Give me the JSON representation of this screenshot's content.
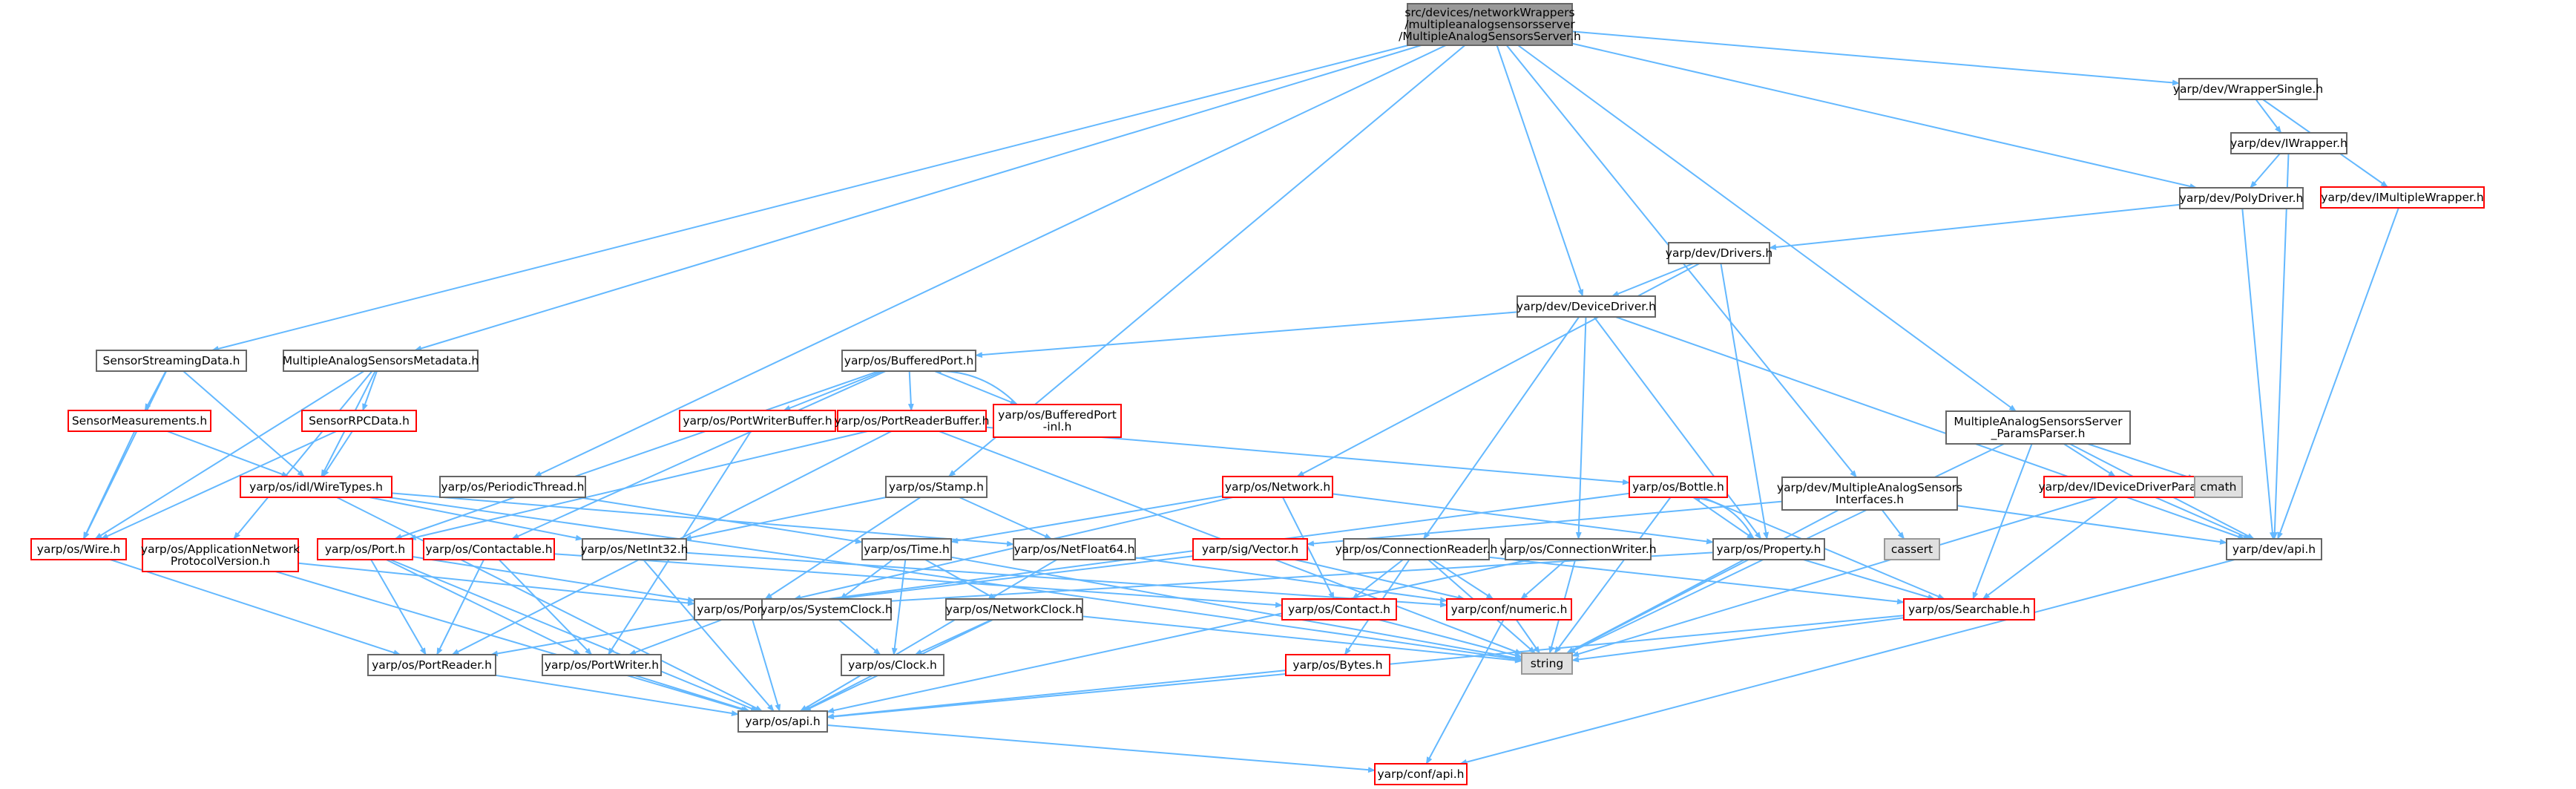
{
  "theme": {
    "edge_color": "#63b8ff",
    "node_fill": "#ffffff",
    "node_border": "#666666",
    "undoc_border": "#ff0000",
    "root_fill": "#999999",
    "root_border": "#666666",
    "system_fill": "#e0e0e0",
    "system_border": "#999999"
  },
  "nodes": [
    {
      "id": "root",
      "style": "root",
      "lines": [
        "src/devices/networkWrappers",
        "/multipleanalogsensorsserver",
        "/MultipleAnalogSensorsServer.h"
      ]
    },
    {
      "id": "wrapper_single",
      "style": "normal",
      "lines": [
        "yarp/dev/WrapperSingle.h"
      ]
    },
    {
      "id": "iwrapper",
      "style": "normal",
      "lines": [
        "yarp/dev/IWrapper.h"
      ]
    },
    {
      "id": "imultiple",
      "style": "undoc",
      "lines": [
        "yarp/dev/IMultipleWrapper.h"
      ]
    },
    {
      "id": "polydriver",
      "style": "normal",
      "lines": [
        "yarp/dev/PolyDriver.h"
      ]
    },
    {
      "id": "drivers",
      "style": "normal",
      "lines": [
        "yarp/dev/Drivers.h"
      ]
    },
    {
      "id": "devicedriver",
      "style": "normal",
      "lines": [
        "yarp/dev/DeviceDriver.h"
      ]
    },
    {
      "id": "sensorstreaming",
      "style": "normal",
      "lines": [
        "SensorStreamingData.h"
      ]
    },
    {
      "id": "masmetadata",
      "style": "normal",
      "lines": [
        "MultipleAnalogSensorsMetadata.h"
      ]
    },
    {
      "id": "bufferedport",
      "style": "normal",
      "lines": [
        "yarp/os/BufferedPort.h"
      ]
    },
    {
      "id": "bufferedport_inl",
      "style": "undoc",
      "lines": [
        "yarp/os/BufferedPort",
        "-inl.h"
      ]
    },
    {
      "id": "masparams",
      "style": "normal",
      "lines": [
        "MultipleAnalogSensorsServer",
        "_ParamsParser.h"
      ]
    },
    {
      "id": "sensormeas",
      "style": "undoc",
      "lines": [
        "SensorMeasurements.h"
      ]
    },
    {
      "id": "sensorrpc",
      "style": "undoc",
      "lines": [
        "SensorRPCData.h"
      ]
    },
    {
      "id": "portwriterbuffer",
      "style": "undoc",
      "lines": [
        "yarp/os/PortWriterBuffer.h"
      ]
    },
    {
      "id": "portreaderbuffer",
      "style": "undoc",
      "lines": [
        "yarp/os/PortReaderBuffer.h"
      ]
    },
    {
      "id": "wiretypes",
      "style": "undoc",
      "lines": [
        "yarp/os/idl/WireTypes.h"
      ]
    },
    {
      "id": "periodicthread",
      "style": "normal",
      "lines": [
        "yarp/os/PeriodicThread.h"
      ]
    },
    {
      "id": "stamp",
      "style": "normal",
      "lines": [
        "yarp/os/Stamp.h"
      ]
    },
    {
      "id": "network",
      "style": "undoc",
      "lines": [
        "yarp/os/Network.h"
      ]
    },
    {
      "id": "bottle",
      "style": "undoc",
      "lines": [
        "yarp/os/Bottle.h"
      ]
    },
    {
      "id": "masinterfaces",
      "style": "normal",
      "lines": [
        "yarp/dev/MultipleAnalogSensors",
        "Interfaces.h"
      ]
    },
    {
      "id": "ideviceparams",
      "style": "undoc",
      "lines": [
        "yarp/dev/IDeviceDriverParams.h"
      ]
    },
    {
      "id": "cmath",
      "style": "system",
      "lines": [
        "cmath"
      ]
    },
    {
      "id": "wire",
      "style": "undoc",
      "lines": [
        "yarp/os/Wire.h"
      ]
    },
    {
      "id": "appnetwork",
      "style": "undoc",
      "lines": [
        "yarp/os/ApplicationNetwork",
        "ProtocolVersion.h"
      ]
    },
    {
      "id": "port",
      "style": "undoc",
      "lines": [
        "yarp/os/Port.h"
      ]
    },
    {
      "id": "contactable",
      "style": "undoc",
      "lines": [
        "yarp/os/Contactable.h"
      ]
    },
    {
      "id": "netint32",
      "style": "normal",
      "lines": [
        "yarp/os/NetInt32.h"
      ]
    },
    {
      "id": "time",
      "style": "normal",
      "lines": [
        "yarp/os/Time.h"
      ]
    },
    {
      "id": "netfloat64",
      "style": "normal",
      "lines": [
        "yarp/os/NetFloat64.h"
      ]
    },
    {
      "id": "sigvector",
      "style": "undoc",
      "lines": [
        "yarp/sig/Vector.h"
      ]
    },
    {
      "id": "connreader",
      "style": "normal",
      "lines": [
        "yarp/os/ConnectionReader.h"
      ]
    },
    {
      "id": "connwriter",
      "style": "normal",
      "lines": [
        "yarp/os/ConnectionWriter.h"
      ]
    },
    {
      "id": "property",
      "style": "normal",
      "lines": [
        "yarp/os/Property.h"
      ]
    },
    {
      "id": "cassert",
      "style": "system",
      "lines": [
        "cassert"
      ]
    },
    {
      "id": "devapi",
      "style": "normal",
      "lines": [
        "yarp/dev/api.h"
      ]
    },
    {
      "id": "portable",
      "style": "normal",
      "lines": [
        "yarp/os/Portable.h"
      ]
    },
    {
      "id": "systemclock",
      "style": "normal",
      "lines": [
        "yarp/os/SystemClock.h"
      ]
    },
    {
      "id": "networkclock",
      "style": "normal",
      "lines": [
        "yarp/os/NetworkClock.h"
      ]
    },
    {
      "id": "contact",
      "style": "undoc",
      "lines": [
        "yarp/os/Contact.h"
      ]
    },
    {
      "id": "numeric",
      "style": "undoc",
      "lines": [
        "yarp/conf/numeric.h"
      ]
    },
    {
      "id": "searchable",
      "style": "undoc",
      "lines": [
        "yarp/os/Searchable.h"
      ]
    },
    {
      "id": "portreader",
      "style": "normal",
      "lines": [
        "yarp/os/PortReader.h"
      ]
    },
    {
      "id": "portwriter",
      "style": "normal",
      "lines": [
        "yarp/os/PortWriter.h"
      ]
    },
    {
      "id": "clock",
      "style": "normal",
      "lines": [
        "yarp/os/Clock.h"
      ]
    },
    {
      "id": "bytes",
      "style": "undoc",
      "lines": [
        "yarp/os/Bytes.h"
      ]
    },
    {
      "id": "string",
      "style": "system",
      "lines": [
        "string"
      ]
    },
    {
      "id": "osapi",
      "style": "normal",
      "lines": [
        "yarp/os/api.h"
      ]
    },
    {
      "id": "confapi",
      "style": "undoc",
      "lines": [
        "yarp/conf/api.h"
      ]
    }
  ],
  "edges": [
    [
      "root",
      "wrapper_single"
    ],
    [
      "root",
      "polydriver"
    ],
    [
      "root",
      "devicedriver"
    ],
    [
      "root",
      "sensorstreaming"
    ],
    [
      "root",
      "masmetadata"
    ],
    [
      "root",
      "periodicthread"
    ],
    [
      "root",
      "stamp"
    ],
    [
      "root",
      "masinterfaces"
    ],
    [
      "root",
      "masparams"
    ],
    [
      "wrapper_single",
      "iwrapper"
    ],
    [
      "wrapper_single",
      "imultiple"
    ],
    [
      "iwrapper",
      "polydriver"
    ],
    [
      "iwrapper",
      "devapi"
    ],
    [
      "imultiple",
      "devapi"
    ],
    [
      "polydriver",
      "drivers"
    ],
    [
      "polydriver",
      "devapi"
    ],
    [
      "drivers",
      "devicedriver"
    ],
    [
      "drivers",
      "network"
    ],
    [
      "drivers",
      "property"
    ],
    [
      "devicedriver",
      "bufferedport"
    ],
    [
      "devicedriver",
      "connreader"
    ],
    [
      "devicedriver",
      "connwriter"
    ],
    [
      "devicedriver",
      "property"
    ],
    [
      "devicedriver",
      "devapi"
    ],
    [
      "sensorstreaming",
      "sensormeas"
    ],
    [
      "sensorstreaming",
      "wiretypes"
    ],
    [
      "sensorstreaming",
      "wire"
    ],
    [
      "masmetadata",
      "sensorrpc"
    ],
    [
      "masmetadata",
      "wiretypes"
    ],
    [
      "masmetadata",
      "wire"
    ],
    [
      "masmetadata",
      "appnetwork"
    ],
    [
      "sensormeas",
      "wiretypes"
    ],
    [
      "sensormeas",
      "wire"
    ],
    [
      "sensorrpc",
      "wiretypes"
    ],
    [
      "sensorrpc",
      "wire"
    ],
    [
      "bufferedport",
      "bufferedport_inl"
    ],
    [
      "bufferedport_inl",
      "bufferedport"
    ],
    [
      "bufferedport",
      "portwriterbuffer"
    ],
    [
      "bufferedport",
      "portreaderbuffer"
    ],
    [
      "bufferedport",
      "port"
    ],
    [
      "bufferedport",
      "contactable"
    ],
    [
      "portwriterbuffer",
      "portwriter"
    ],
    [
      "portreaderbuffer",
      "portreader"
    ],
    [
      "portreaderbuffer",
      "bottle"
    ],
    [
      "portreaderbuffer",
      "string"
    ],
    [
      "portreaderbuffer",
      "port"
    ],
    [
      "wiretypes",
      "netint32"
    ],
    [
      "wiretypes",
      "netfloat64"
    ],
    [
      "wiretypes",
      "osapi"
    ],
    [
      "wiretypes",
      "string"
    ],
    [
      "periodicthread",
      "time"
    ],
    [
      "stamp",
      "portable"
    ],
    [
      "stamp",
      "netint32"
    ],
    [
      "stamp",
      "netfloat64"
    ],
    [
      "network",
      "contact"
    ],
    [
      "network",
      "portable"
    ],
    [
      "network",
      "property"
    ],
    [
      "network",
      "time"
    ],
    [
      "bottle",
      "portable"
    ],
    [
      "bottle",
      "searchable"
    ],
    [
      "bottle",
      "property"
    ],
    [
      "bottle",
      "string"
    ],
    [
      "property",
      "bottle"
    ],
    [
      "property",
      "portable"
    ],
    [
      "property",
      "searchable"
    ],
    [
      "property",
      "string"
    ],
    [
      "masinterfaces",
      "sigvector"
    ],
    [
      "masinterfaces",
      "cassert"
    ],
    [
      "masinterfaces",
      "string"
    ],
    [
      "masinterfaces",
      "devapi"
    ],
    [
      "masparams",
      "ideviceparams"
    ],
    [
      "masparams",
      "cmath"
    ],
    [
      "masparams",
      "searchable"
    ],
    [
      "masparams",
      "devapi"
    ],
    [
      "masparams",
      "string"
    ],
    [
      "ideviceparams",
      "searchable"
    ],
    [
      "ideviceparams",
      "devapi"
    ],
    [
      "ideviceparams",
      "string"
    ],
    [
      "wire",
      "portreader"
    ],
    [
      "appnetwork",
      "portable"
    ],
    [
      "appnetwork",
      "osapi"
    ],
    [
      "port",
      "portable"
    ],
    [
      "port",
      "portreader"
    ],
    [
      "port",
      "portwriter"
    ],
    [
      "port",
      "osapi"
    ],
    [
      "contactable",
      "portreader"
    ],
    [
      "contactable",
      "portwriter"
    ],
    [
      "contactable",
      "contact"
    ],
    [
      "netint32",
      "osapi"
    ],
    [
      "netint32",
      "numeric"
    ],
    [
      "time",
      "systemclock"
    ],
    [
      "time",
      "networkclock"
    ],
    [
      "time",
      "clock"
    ],
    [
      "time",
      "string"
    ],
    [
      "netfloat64",
      "osapi"
    ],
    [
      "netfloat64",
      "numeric"
    ],
    [
      "sigvector",
      "portable"
    ],
    [
      "sigvector",
      "numeric"
    ],
    [
      "connreader",
      "contact"
    ],
    [
      "connreader",
      "numeric"
    ],
    [
      "connreader",
      "bytes"
    ],
    [
      "connreader",
      "string"
    ],
    [
      "connreader",
      "searchable"
    ],
    [
      "connwriter",
      "numeric"
    ],
    [
      "connwriter",
      "osapi"
    ],
    [
      "connwriter",
      "string"
    ],
    [
      "devapi",
      "confapi"
    ],
    [
      "portable",
      "portreader"
    ],
    [
      "portable",
      "portwriter"
    ],
    [
      "portable",
      "osapi"
    ],
    [
      "systemclock",
      "clock"
    ],
    [
      "networkclock",
      "clock"
    ],
    [
      "networkclock",
      "osapi"
    ],
    [
      "networkclock",
      "string"
    ],
    [
      "contact",
      "string"
    ],
    [
      "numeric",
      "confapi"
    ],
    [
      "numeric",
      "string"
    ],
    [
      "searchable",
      "string"
    ],
    [
      "searchable",
      "osapi"
    ],
    [
      "portreader",
      "osapi"
    ],
    [
      "portwriter",
      "osapi"
    ],
    [
      "clock",
      "osapi"
    ],
    [
      "bytes",
      "osapi"
    ],
    [
      "osapi",
      "confapi"
    ]
  ]
}
